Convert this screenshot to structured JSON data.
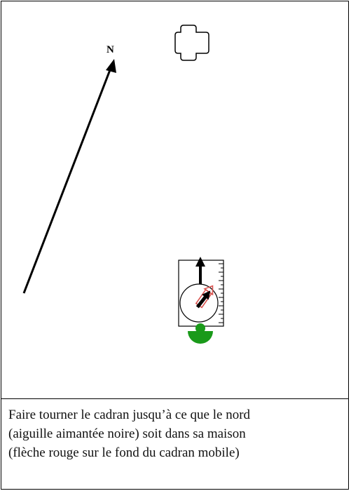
{
  "diagram": {
    "north_label": "N",
    "colors": {
      "ink": "#000000",
      "needle_house_arrow": "#d9534f",
      "sight_marker": "#1a9a1a"
    },
    "icons": [
      "house-icon",
      "north-arrow-icon",
      "compass-icon",
      "sight-marker-icon"
    ]
  },
  "caption": {
    "line1": "Faire tourner le cadran jusqu’à ce que le nord",
    "line2": "(aiguille aimantée noire) soit dans sa maison",
    "line3": "(flèche rouge sur le fond du cadran mobile)"
  }
}
